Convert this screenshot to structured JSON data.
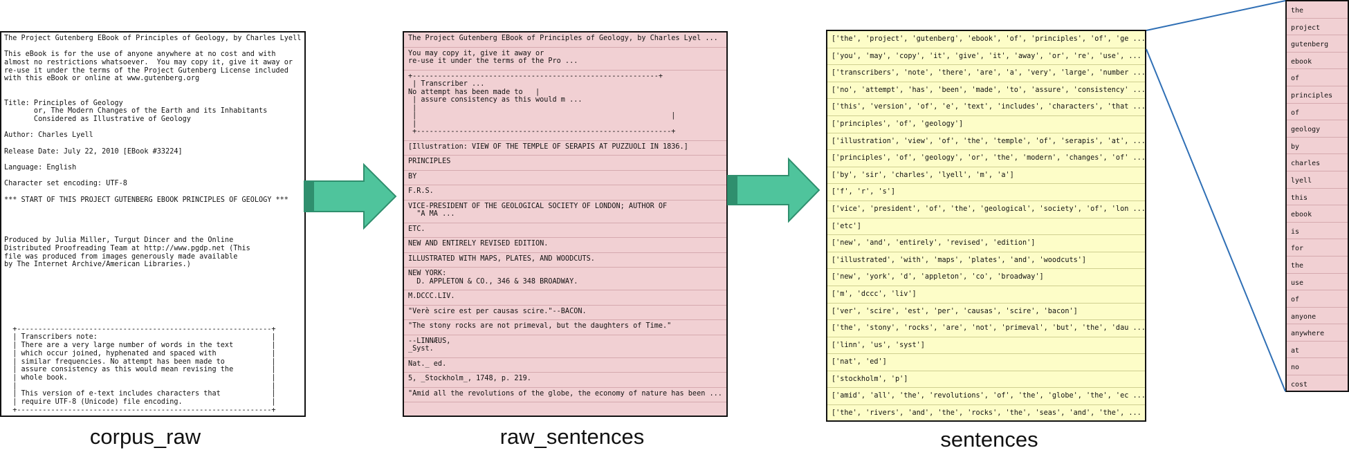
{
  "captions": {
    "corpus_raw": "corpus_raw",
    "raw_sentences": "raw_sentences",
    "sentences": "sentences"
  },
  "corpus_raw_lines": [
    "The Project Gutenberg EBook of Principles of Geology, by Charles Lyell",
    "",
    "This eBook is for the use of anyone anywhere at no cost and with",
    "almost no restrictions whatsoever.  You may copy it, give it away or",
    "re-use it under the terms of the Project Gutenberg License included",
    "with this eBook or online at www.gutenberg.org",
    "",
    "",
    "Title: Principles of Geology",
    "       or, The Modern Changes of the Earth and its Inhabitants",
    "       Considered as Illustrative of Geology",
    "",
    "Author: Charles Lyell",
    "",
    "Release Date: July 22, 2010 [EBook #33224]",
    "",
    "Language: English",
    "",
    "Character set encoding: UTF-8",
    "",
    "*** START OF THIS PROJECT GUTENBERG EBOOK PRINCIPLES OF GEOLOGY ***",
    "",
    "",
    "",
    "",
    "Produced by Julia Miller, Turgut Dincer and the Online",
    "Distributed Proofreading Team at http://www.pgdp.net (This",
    "file was produced from images generously made available",
    "by The Internet Archive/American Libraries.)",
    "",
    "",
    "",
    "",
    "",
    "",
    "",
    "  +------------------------------------------------------------+",
    "  | Transcribers note:                                         |",
    "  | There are a very large number of words in the text         |",
    "  | which occur joined, hyphenated and spaced with             |",
    "  | similar frequencies. No attempt has been made to           |",
    "  | assure consistency as this would mean revising the         |",
    "  | whole book.                                                |",
    "  |                                                            |",
    "  | This version of e-text includes characters that            |",
    "  | require UTF-8 (Unicode) file encoding.                     |",
    "  +------------------------------------------------------------+"
  ],
  "raw_sentences": [
    "The Project Gutenberg EBook of Principles of Geology, by Charles Lyel ...",
    "You may copy it, give it away or\nre-use it under the terms of the Pro ...",
    "+----------------------------------------------------------+\n | Transcriber ...\nNo attempt has been made to   |\n | assure consistency as this would m ...\n |\n |                                                            |\n |\n +------------------------------------------------------------+",
    "[Illustration: VIEW OF THE TEMPLE OF SERAPIS AT PUZZUOLI IN 1836.]",
    "PRINCIPLES",
    "BY",
    "F.R.S.",
    "VICE-PRESIDENT OF THE GEOLOGICAL SOCIETY OF LONDON; AUTHOR OF\n  \"A MA ...",
    "ETC.",
    "NEW AND ENTIRELY REVISED EDITION.",
    "ILLUSTRATED WITH MAPS, PLATES, AND WOODCUTS.",
    "NEW YORK:\n  D. APPLETON & CO., 346 & 348 BROADWAY.",
    "M.DCCC.LIV.",
    "\"Verè scire est per causas scire.\"--BACON.",
    "\"The stony rocks are not primeval, but the daughters of Time.\"",
    "--LINNÆUS,\n_Syst.",
    "Nat._ ed.",
    "5, _Stockholm_, 1748, p. 219.",
    "\"Amid all the revolutions of the globe, the economy of nature has been ..."
  ],
  "sentences": [
    "['the', 'project', 'gutenberg', 'ebook', 'of', 'principles', 'of', 'ge ...",
    "['you', 'may', 'copy', 'it', 'give', 'it', 'away', 'or', 're', 'use', ...",
    "['transcribers', 'note', 'there', 'are', 'a', 'very', 'large', 'number ...",
    "['no', 'attempt', 'has', 'been', 'made', 'to', 'assure', 'consistency' ...",
    "['this', 'version', 'of', 'e', 'text', 'includes', 'characters', 'that ...",
    "['principles', 'of', 'geology']",
    "['illustration', 'view', 'of', 'the', 'temple', 'of', 'serapis', 'at', ...",
    "['principles', 'of', 'geology', 'or', 'the', 'modern', 'changes', 'of' ...",
    "['by', 'sir', 'charles', 'lyell', 'm', 'a']",
    "['f', 'r', 's']",
    "['vice', 'president', 'of', 'the', 'geological', 'society', 'of', 'lon ...",
    "['etc']",
    "['new', 'and', 'entirely', 'revised', 'edition']",
    "['illustrated', 'with', 'maps', 'plates', 'and', 'woodcuts']",
    "['new', 'york', 'd', 'appleton', 'co', 'broadway']",
    "['m', 'dccc', 'liv']",
    "['ver', 'scire', 'est', 'per', 'causas', 'scire', 'bacon']",
    "['the', 'stony', 'rocks', 'are', 'not', 'primeval', 'but', 'the', 'dau ...",
    "['linn', 'us', 'syst']",
    "['nat', 'ed']",
    "['stockholm', 'p']",
    "['amid', 'all', 'the', 'revolutions', 'of', 'the', 'globe', 'the', 'ec ...",
    "['the', 'rivers', 'and', 'the', 'rocks', 'the', 'seas', 'and', 'the', ..."
  ],
  "tokens": [
    "the",
    "project",
    "gutenberg",
    "ebook",
    "of",
    "principles",
    "of",
    "geology",
    "by",
    "charles",
    "lyell",
    "this",
    "ebook",
    "is",
    "for",
    "the",
    "use",
    "of",
    "anyone",
    "anywhere",
    "at",
    "no",
    "cost"
  ],
  "colors": {
    "arrow_fill": "#4fc49c",
    "arrow_edge": "#2f8f6e",
    "raw_bg": "#f1d0d3",
    "sentence_bg": "#fdfdc8",
    "connector": "#2f6fb5"
  }
}
